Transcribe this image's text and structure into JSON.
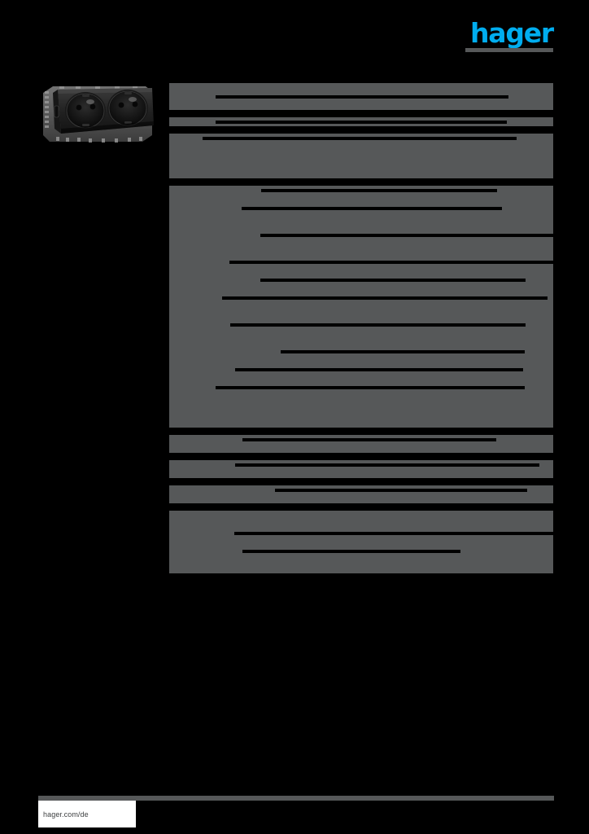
{
  "document": {
    "type": "product-datasheet",
    "brand": "hager",
    "brand_color": "#00ADEF",
    "redaction_color": "#565859",
    "background_color": "#000000"
  },
  "header": {
    "lines": [
      "",
      "",
      ""
    ],
    "note": "three redacted header text lines"
  },
  "logo": {
    "wordmark": "hager"
  },
  "product_image": {
    "icon": "double-schuko-socket-icon",
    "description": "black double Schuko wall socket module",
    "body_color": "#1a1a1a",
    "frame_color": "#3a3a3a"
  },
  "main": {
    "title": {
      "text": "",
      "redacted": true
    },
    "subtitle": {
      "text": "",
      "redacted": true
    },
    "sections": [
      {
        "name": "section-1",
        "heading": {
          "text": "",
          "redacted": true,
          "width": 104
        },
        "rows": [
          {
            "height": 11,
            "gaps": []
          },
          {
            "height": 11,
            "gaps": [
              [
                57,
                360
              ]
            ]
          },
          {
            "height": 11,
            "gaps": []
          }
        ]
      },
      {
        "name": "section-2",
        "heading": {
          "text": "",
          "redacted": true,
          "width": 48
        },
        "rows": [
          {
            "height": 11,
            "gaps": [
              [
                57,
                358
              ]
            ]
          }
        ]
      },
      {
        "name": "section-3",
        "heading": {
          "text": "",
          "redacted": true,
          "width": 80
        },
        "rows": [
          {
            "height": 11,
            "gaps": [
              [
                41,
                386
              ]
            ]
          },
          {
            "height": 11,
            "gaps": []
          },
          {
            "height": 11,
            "gaps": []
          },
          {
            "height": 11,
            "gaps": []
          },
          {
            "height": 11,
            "gaps": []
          }
        ]
      },
      {
        "name": "section-4",
        "heading": {
          "text": "",
          "redacted": true,
          "width": 66
        },
        "rows": [
          {
            "height": 11,
            "gaps": [
              [
                113,
                290
              ]
            ]
          },
          {
            "height": 11,
            "gaps": []
          },
          {
            "height": 11,
            "gaps": [
              [
                89,
                320
              ]
            ]
          },
          {
            "height": 11,
            "gaps": []
          },
          {
            "height": 11,
            "gaps": []
          },
          {
            "height": 11,
            "gaps": [
              [
                112,
                360
              ]
            ]
          },
          {
            "height": 11,
            "gaps": []
          },
          {
            "height": 11,
            "gaps": []
          },
          {
            "height": 11,
            "gaps": [
              [
                74,
                398
              ]
            ]
          },
          {
            "height": 11,
            "gaps": []
          },
          {
            "height": 11,
            "gaps": [
              [
                112,
                326
              ]
            ]
          },
          {
            "height": 11,
            "gaps": []
          },
          {
            "height": 11,
            "gaps": [
              [
                65,
                400
              ]
            ]
          },
          {
            "height": 11,
            "gaps": []
          },
          {
            "height": 11,
            "gaps": []
          },
          {
            "height": 11,
            "gaps": [
              [
                75,
                363
              ]
            ]
          },
          {
            "height": 11,
            "gaps": []
          },
          {
            "height": 11,
            "gaps": []
          },
          {
            "height": 11,
            "gaps": [
              [
                137,
                300
              ]
            ]
          },
          {
            "height": 11,
            "gaps": []
          },
          {
            "height": 11,
            "gaps": [
              [
                81,
                354
              ]
            ]
          },
          {
            "height": 11,
            "gaps": []
          },
          {
            "height": 11,
            "gaps": [
              [
                57,
                380
              ]
            ]
          },
          {
            "height": 11,
            "gaps": []
          },
          {
            "height": 11,
            "gaps": []
          },
          {
            "height": 11,
            "gaps": []
          },
          {
            "height": 11,
            "gaps": []
          }
        ]
      },
      {
        "name": "section-5",
        "heading": {
          "text": "",
          "redacted": true,
          "width": 88
        },
        "rows": [
          {
            "height": 11,
            "gaps": [
              [
                90,
                312
              ]
            ]
          },
          {
            "height": 11,
            "gaps": []
          }
        ]
      },
      {
        "name": "section-6",
        "heading": {
          "text": "",
          "redacted": true,
          "width": 46
        },
        "rows": [
          {
            "height": 11,
            "gaps": [
              [
                81,
                374
              ]
            ]
          },
          {
            "height": 11,
            "gaps": []
          }
        ]
      },
      {
        "name": "section-7",
        "heading": {
          "text": "",
          "redacted": true,
          "width": 62
        },
        "rows": [
          {
            "height": 11,
            "gaps": [
              [
                130,
                310
              ]
            ]
          },
          {
            "height": 11,
            "gaps": []
          }
        ]
      },
      {
        "name": "section-8",
        "heading": {
          "text": "",
          "redacted": true,
          "width": 64
        },
        "rows": [
          {
            "height": 11,
            "gaps": []
          },
          {
            "height": 11,
            "gaps": []
          },
          {
            "height": 11,
            "gaps": [
              [
                80,
                392
              ]
            ]
          },
          {
            "height": 11,
            "gaps": []
          },
          {
            "height": 11,
            "gaps": [
              [
                90,
                268
              ]
            ]
          },
          {
            "height": 11,
            "gaps": []
          },
          {
            "height": 11,
            "gaps": []
          }
        ]
      }
    ]
  },
  "footer": {
    "url": "hager.com/de",
    "center_text": {
      "text": "",
      "redacted": true
    },
    "page_info": {
      "text": "",
      "redacted": true
    }
  }
}
